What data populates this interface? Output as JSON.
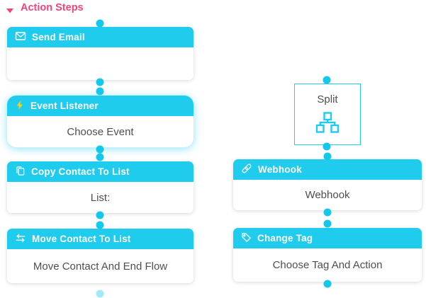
{
  "panel": {
    "title": "Action Steps",
    "collapse_icon": "triangle-down-icon"
  },
  "colors": {
    "accent_cyan": "#20CCEE",
    "dot_cyan": "#14C8EC",
    "split_border_cyan": "#26CCEB",
    "title_pink": "#F4437C",
    "body_text": "#4E4E50",
    "bolt_yellow": "#FFD60A",
    "header_text": "#FFFFFF"
  },
  "nodes": {
    "send_email": {
      "title": "Send Email",
      "body": "",
      "icon": "envelope-icon"
    },
    "event_listener": {
      "title": "Event Listener",
      "body": "Choose Event",
      "icon": "lightning-icon",
      "state": "selected"
    },
    "copy_contact": {
      "title": "Copy Contact To List",
      "body": "List:",
      "icon": "copy-icon"
    },
    "move_contact": {
      "title": "Move Contact To List",
      "body": "Move Contact And End Flow",
      "icon": "swap-arrows-icon"
    },
    "split": {
      "title": "Split",
      "icon": "sitemap-icon"
    },
    "webhook": {
      "title": "Webhook",
      "body": "Webhook",
      "icon": "link-icon"
    },
    "change_tag": {
      "title": "Change Tag",
      "body": "Choose Tag And Action",
      "icon": "tag-icon"
    }
  }
}
